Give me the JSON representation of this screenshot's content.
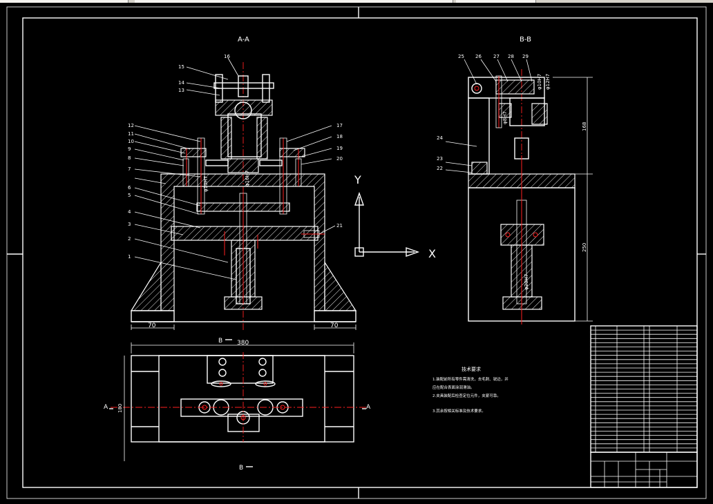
{
  "views": {
    "section_aa": "A-A",
    "section_bb": "B-B",
    "view_b_top": "B",
    "view_b_bottom": "B",
    "view_a_left": "A",
    "view_a_right": "A"
  },
  "axes": {
    "y": "Y",
    "x": "X"
  },
  "dimensions": {
    "base_left": "70",
    "base_right": "70",
    "top_width": "380",
    "plan_height": "180",
    "bb_upper": "168",
    "bb_lower": "250"
  },
  "part_numbers_aa": [
    "15",
    "16",
    "14",
    "13",
    "12",
    "11",
    "10",
    "9",
    "8",
    "7",
    "6",
    "5",
    "4",
    "3",
    "2",
    "1",
    "17",
    "18",
    "19",
    "20",
    "21"
  ],
  "part_numbers_bb": [
    "25",
    "26",
    "27",
    "28",
    "29",
    "24",
    "23",
    "22"
  ],
  "tech_requirements": {
    "title": "技术要求",
    "lines": [
      "1.装配前所有零件需清洗，去毛刺、锐边，并",
      "  应在配合表面涂润滑油。",
      "2.夹具装配后检查定位元件，夹紧可靠。",
      "3.其余按相关标准及技术要求。"
    ]
  }
}
